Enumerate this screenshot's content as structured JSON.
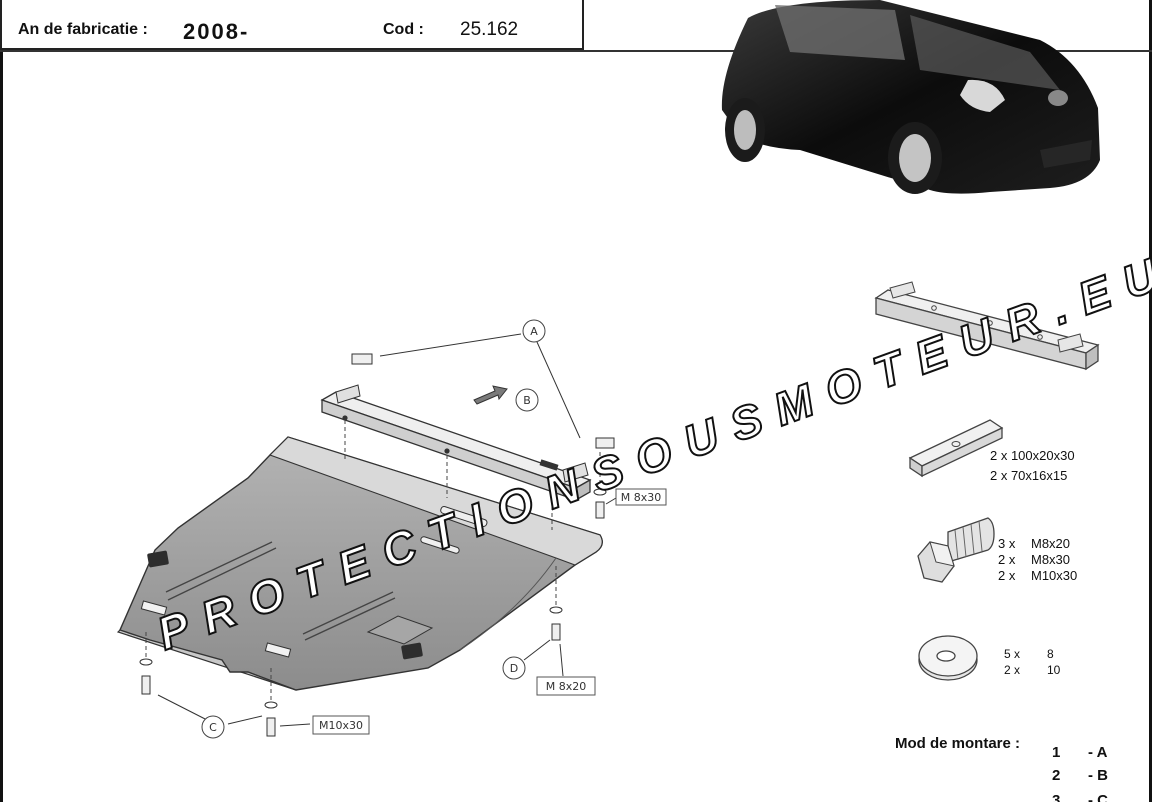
{
  "header": {
    "year_label": "An de fabricatie :",
    "year_value": "2008-",
    "code_label": "Cod :",
    "code_value": "25.162"
  },
  "watermark": "PROTECTIONSOUSMOTEUR.EU",
  "callouts": {
    "a": "A",
    "b": "B",
    "c": "C",
    "d": "D"
  },
  "bolt_labels": {
    "m8x30": "M 8x30",
    "m8x20": "M 8x20",
    "m10x30": "M10x30"
  },
  "parts": {
    "spacers": [
      "2 x 100x20x30",
      "2 x 70x16x15"
    ],
    "bolts": [
      {
        "qty": "3 x",
        "size": "M8x20"
      },
      {
        "qty": "2 x",
        "size": "M8x30"
      },
      {
        "qty": "2 x",
        "size": "M10x30"
      }
    ],
    "washers": [
      {
        "qty": "5 x",
        "size": "8"
      },
      {
        "qty": "2 x",
        "size": "10"
      }
    ]
  },
  "mounting": {
    "title": "Mod de montare :",
    "steps": [
      {
        "num": "1",
        "label": "- A"
      },
      {
        "num": "2",
        "label": "- B"
      },
      {
        "num": "3",
        "label": "- C"
      }
    ]
  }
}
